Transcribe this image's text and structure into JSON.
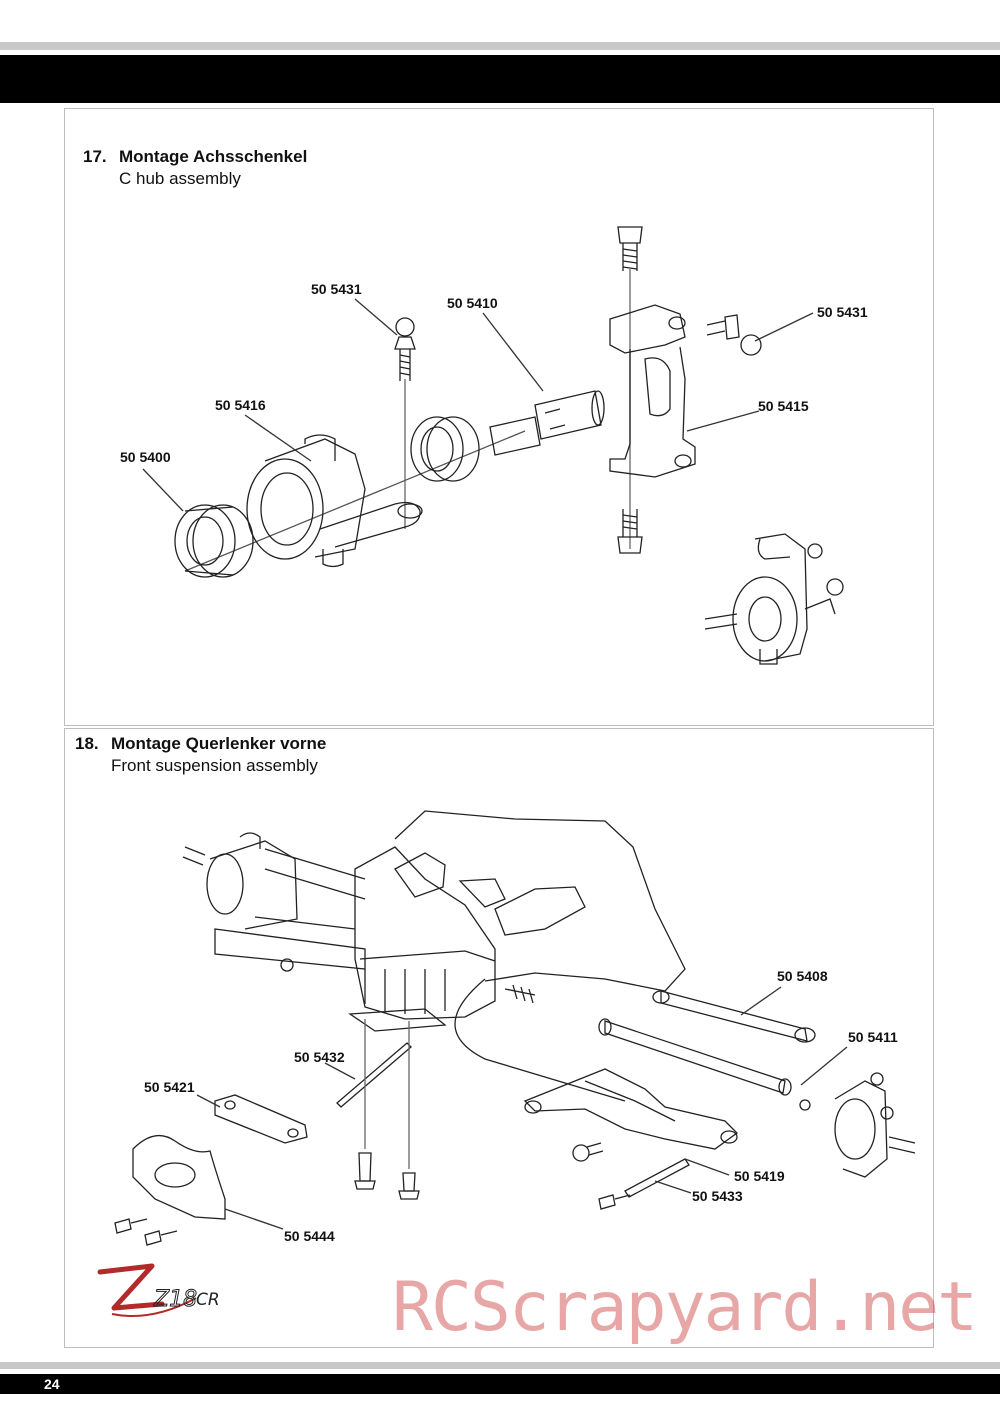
{
  "step17": {
    "number": "17.",
    "title": "Montage Achsschenkel",
    "subtitle": "C hub assembly",
    "parts": [
      "50 5431",
      "50 5410",
      "50 5431",
      "50 5416",
      "50 5415",
      "50 5400"
    ]
  },
  "step18": {
    "number": "18.",
    "title": "Montage Querlenker vorne",
    "subtitle": "Front suspension assembly",
    "parts": [
      "50 5408",
      "50 5411",
      "50 5432",
      "50 5421",
      "50 5419",
      "50 5433",
      "50 5444"
    ]
  },
  "logo": {
    "mark": "Z18",
    "text": "CR"
  },
  "watermark": "RCScrapyard.net",
  "page_number": "24"
}
